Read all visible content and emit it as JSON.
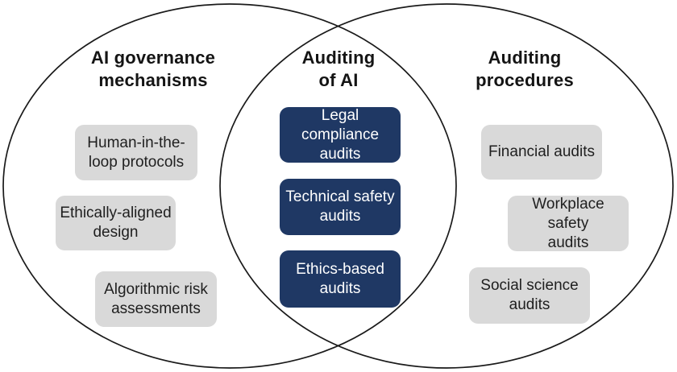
{
  "colors": {
    "circle_stroke": "#1a1a1a",
    "gray_box_fill": "#d9d9d9",
    "navy_box_fill": "#1f3864",
    "gray_box_text": "#1f1f1f",
    "navy_box_text": "#ffffff",
    "title_text": "#141414",
    "background": "#ffffff"
  },
  "venn": {
    "left": {
      "title": "AI governance\nmechanisms",
      "items": [
        "Human-in-the-\nloop protocols",
        "Ethically-aligned\ndesign",
        "Algorithmic risk\nassessments"
      ]
    },
    "center": {
      "title": "Auditing\nof AI",
      "items": [
        "Legal compliance\naudits",
        "Technical safety\naudits",
        "Ethics-based\naudits"
      ]
    },
    "right": {
      "title": "Auditing\nprocedures",
      "items": [
        "Financial audits",
        "Workplace safety\naudits",
        "Social science\naudits"
      ]
    }
  }
}
